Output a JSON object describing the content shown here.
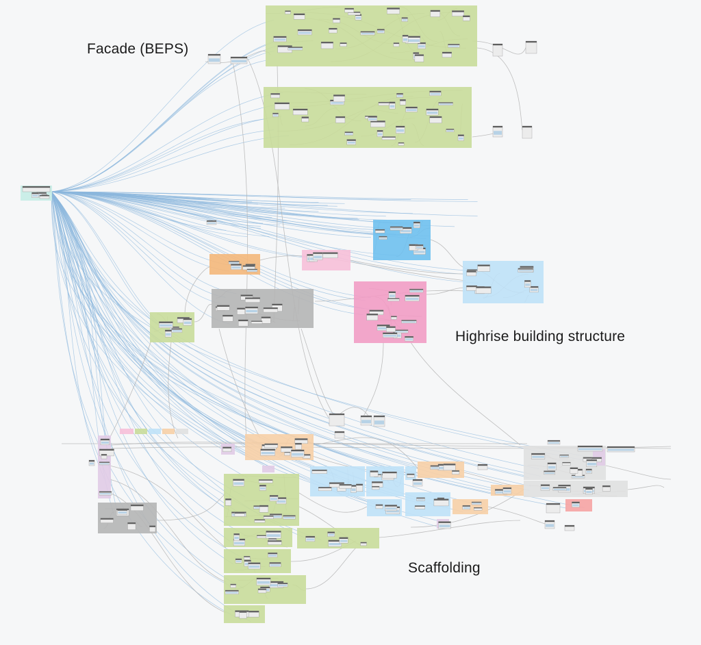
{
  "labels": {
    "facade": "Facade (BEPS)",
    "highrise": "Highrise building structure",
    "scaffolding": "Scaffolding"
  },
  "colors": {
    "background": "#f6f7f8",
    "group_green": "#c9dc9a",
    "group_light_blue": "#bfe1f7",
    "group_blue": "#6fc0ee",
    "group_orange": "#f7cfa6",
    "group_orange_strong": "#f4b77a",
    "group_pink": "#f7bfd8",
    "group_pink_strong": "#f29cc4",
    "group_gray": "#b5b5b5",
    "group_light_gray": "#e0e0e0",
    "group_lavender": "#e1cbe6",
    "group_red": "#f6a3a3",
    "group_teal": "#c7ece6",
    "wire_blue": "#8cb7dd",
    "wire_gray": "#b3b3b3",
    "node_body": "#ececec",
    "node_header": "#5e5e5e",
    "node_preview": "#b7d2e6"
  }
}
